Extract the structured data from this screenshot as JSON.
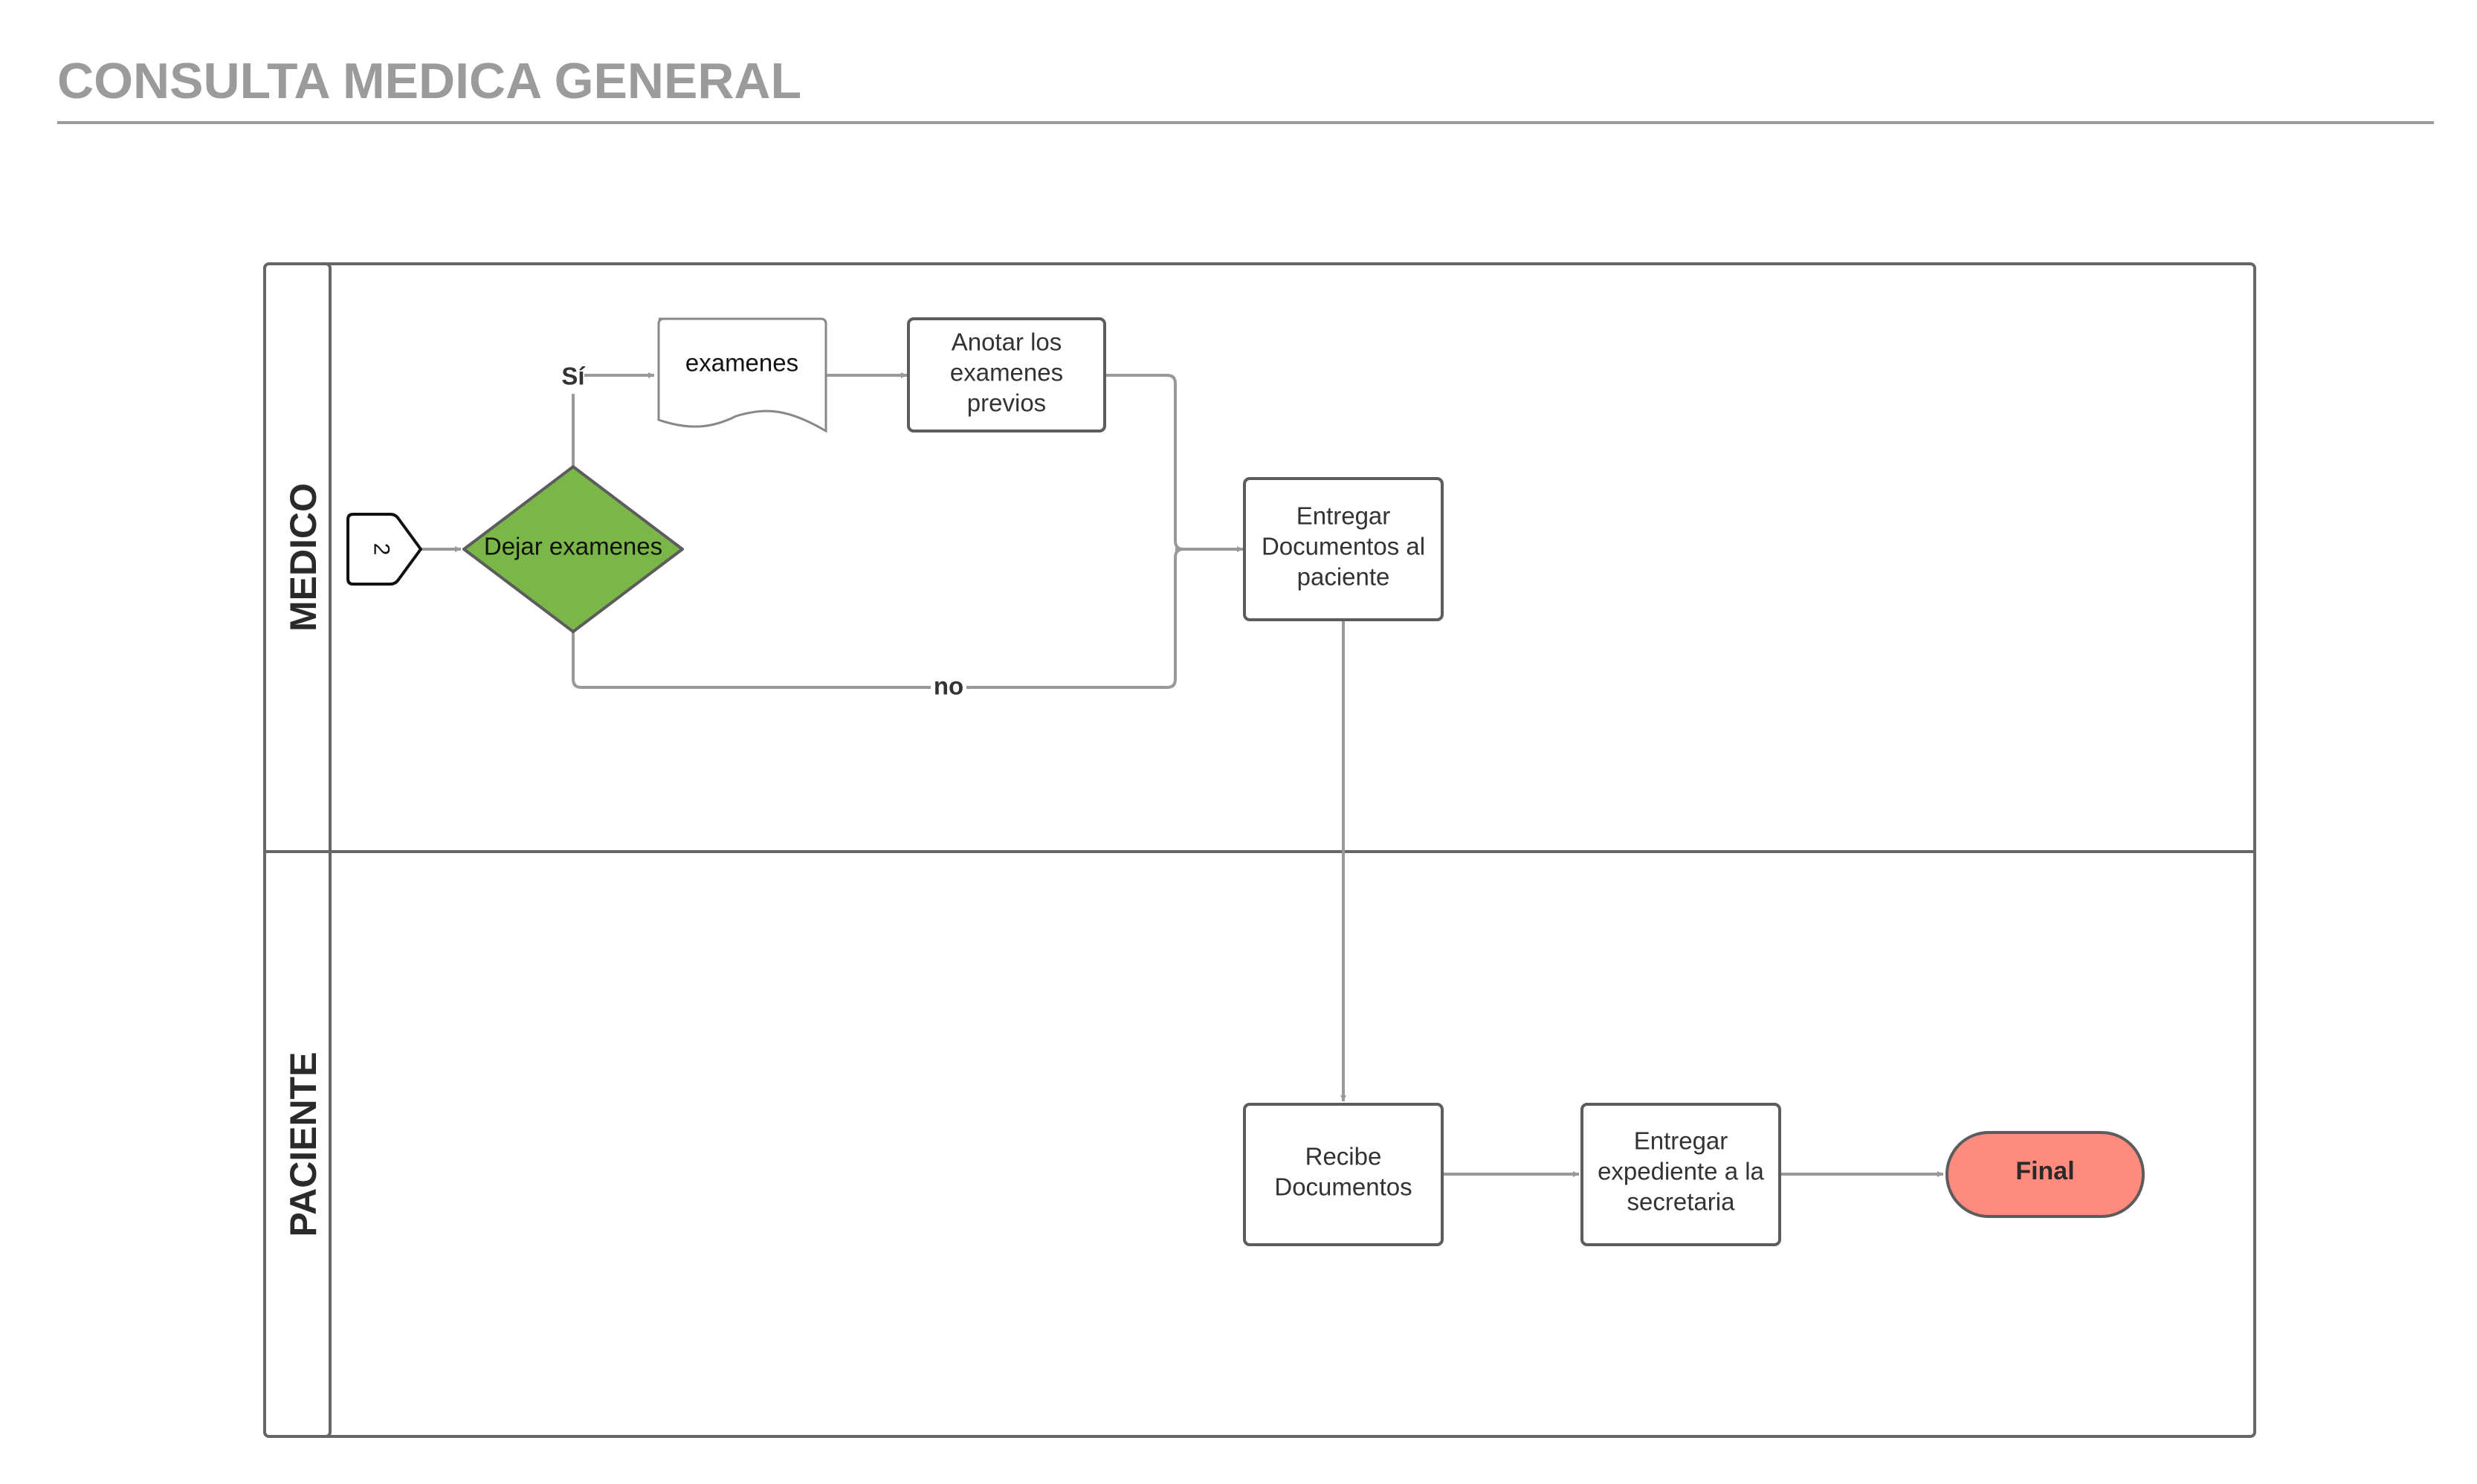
{
  "title": "CONSULTA MEDICA GENERAL",
  "lanes": [
    {
      "id": "medico",
      "label": "MEDICO"
    },
    {
      "id": "paciente",
      "label": "PACIENTE"
    }
  ],
  "nodes": {
    "connector": {
      "type": "off-page-connector",
      "label": "2"
    },
    "decision": {
      "type": "decision",
      "label": "Dejar examenes"
    },
    "document": {
      "type": "document",
      "label": "examenes"
    },
    "anotar": {
      "type": "process",
      "lines": [
        "Anotar los",
        "examenes",
        "previos"
      ]
    },
    "entregar_docs": {
      "type": "process",
      "lines": [
        "Entregar",
        "Documentos al",
        "paciente"
      ]
    },
    "recibe": {
      "type": "process",
      "lines": [
        "Recibe",
        "Documentos"
      ]
    },
    "entregar_exp": {
      "type": "process",
      "lines": [
        "Entregar",
        "expediente a la",
        "secretaria"
      ]
    },
    "final": {
      "type": "terminator",
      "label": "Final"
    }
  },
  "edge_labels": {
    "yes": "Sí",
    "no": "no"
  },
  "colors": {
    "title": "#9b9b9b",
    "decision_fill": "#7ab648",
    "terminator_fill": "#ff8b7e",
    "shape_stroke": "#5c5c5c",
    "connector_line": "#999999",
    "pool_border": "#666666"
  }
}
